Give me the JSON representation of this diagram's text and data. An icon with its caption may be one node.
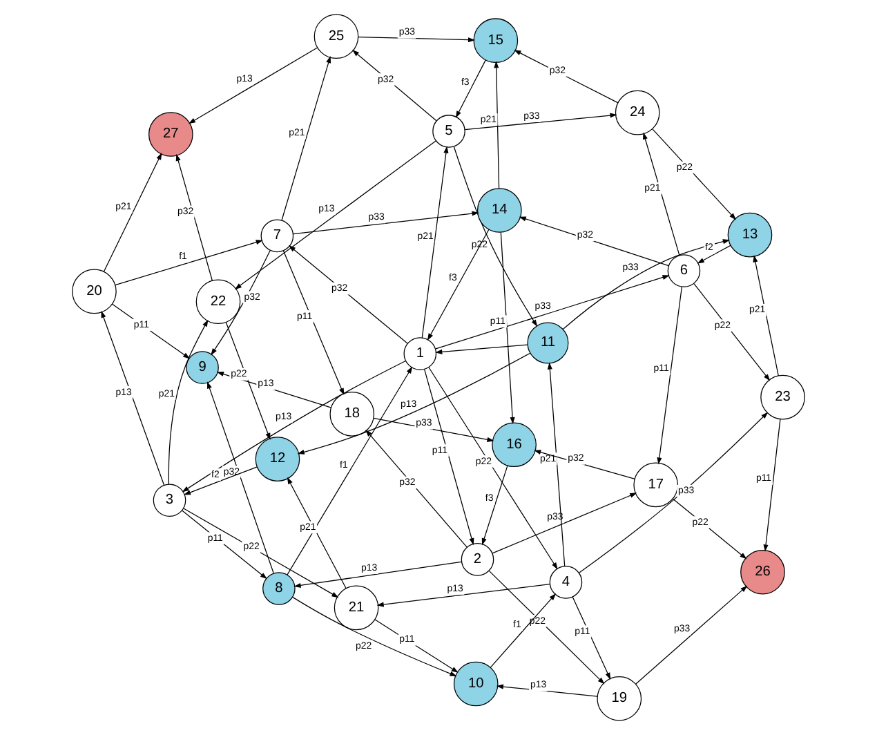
{
  "diagram": {
    "nodes": [
      {
        "text": [
          "1"
        ]
      },
      {
        "text": [
          "2"
        ]
      },
      {
        "text": [
          "3"
        ]
      },
      {
        "text": [
          "4"
        ]
      },
      {
        "text": [
          "5"
        ]
      },
      {
        "text": [
          "6"
        ]
      },
      {
        "text": [
          "7"
        ]
      },
      {
        "text": [
          "8"
        ]
      },
      {
        "text": [
          "9"
        ]
      },
      {
        "text": [
          "10"
        ]
      },
      {
        "text": [
          "11"
        ]
      },
      {
        "text": [
          "12"
        ]
      },
      {
        "text": [
          "13"
        ]
      },
      {
        "text": [
          "14"
        ]
      },
      {
        "text": [
          "15"
        ]
      },
      {
        "text": [
          "16"
        ]
      },
      {
        "text": [
          "17"
        ]
      },
      {
        "text": [
          "18"
        ]
      },
      {
        "text": [
          "19"
        ]
      },
      {
        "text": [
          "20"
        ]
      },
      {
        "text": [
          "21"
        ]
      },
      {
        "text": [
          "22"
        ]
      },
      {
        "text": [
          "23"
        ]
      },
      {
        "text": [
          "24"
        ]
      },
      {
        "text": [
          "25"
        ]
      },
      {
        "text": [
          "26"
        ]
      },
      {
        "text": [
          "27"
        ]
      }
    ],
    "edges": [
      {
        "from": 0,
        "to": 1,
        "arrow": "to",
        "label": "p11"
      },
      {
        "from": 0,
        "to": 2,
        "arrow": "to",
        "label": "p13"
      },
      {
        "from": 0,
        "to": 3,
        "arrow": "to",
        "label": "p22"
      },
      {
        "from": 0,
        "to": 4,
        "arrow": "to",
        "label": "p21"
      },
      {
        "from": 0,
        "to": 5,
        "arrow": "to",
        "label": "p33"
      },
      {
        "from": 0,
        "to": 6,
        "arrow": "to",
        "label": "p32"
      },
      {
        "from": 7,
        "to": 0,
        "arrow": "to",
        "label": "f1"
      },
      {
        "from": 2,
        "to": 21,
        "arrow": "to",
        "label": "p21"
      },
      {
        "from": 2,
        "to": 20,
        "arrow": "to",
        "label": "p22"
      },
      {
        "from": 2,
        "to": 7,
        "arrow": "to",
        "label": "p11"
      },
      {
        "from": 2,
        "to": 19,
        "arrow": "to",
        "label": "p13"
      },
      {
        "from": 11,
        "to": 2,
        "arrow": "to",
        "label": "f2"
      },
      {
        "from": 3,
        "to": 10,
        "arrow": "to",
        "label": "p21"
      },
      {
        "from": 3,
        "to": 20,
        "arrow": "to",
        "label": "p13"
      },
      {
        "from": 3,
        "to": 22,
        "arrow": "to",
        "label": "p33"
      },
      {
        "from": 9,
        "to": 3,
        "arrow": "to",
        "label": "f1"
      },
      {
        "from": 3,
        "to": 18,
        "arrow": "to",
        "label": "p11"
      },
      {
        "from": 4,
        "to": 10,
        "arrow": "to",
        "label": "p22"
      },
      {
        "from": 4,
        "to": 21,
        "arrow": "to",
        "label": "p13"
      },
      {
        "from": 4,
        "to": 23,
        "arrow": "to",
        "label": "p33"
      },
      {
        "from": 4,
        "to": 24,
        "arrow": "to",
        "label": "p32"
      },
      {
        "from": 10,
        "to": 11,
        "arrow": "to",
        "label": "p13"
      },
      {
        "from": 10,
        "to": 12,
        "arrow": "to",
        "label": "p33"
      },
      {
        "from": 10,
        "to": 0,
        "arrow": "to"
      },
      {
        "from": 21,
        "to": 11,
        "arrow": "to",
        "label": "p22"
      },
      {
        "from": 20,
        "to": 11,
        "arrow": "to",
        "label": "p21"
      },
      {
        "from": 21,
        "to": 26,
        "arrow": "to",
        "label": "p32"
      },
      {
        "from": 20,
        "to": 9,
        "arrow": "to",
        "label": "p11"
      },
      {
        "from": 7,
        "to": 9,
        "arrow": "to",
        "label": "p22"
      },
      {
        "from": 7,
        "to": 8,
        "arrow": "to",
        "label": "p32"
      },
      {
        "from": 18,
        "to": 9,
        "arrow": "to",
        "label": "p13"
      },
      {
        "from": 1,
        "to": 7,
        "arrow": "to",
        "label": "p13"
      },
      {
        "from": 6,
        "to": 8,
        "arrow": "to",
        "label": "p32"
      },
      {
        "from": 19,
        "to": 6,
        "arrow": "to",
        "label": "f1"
      },
      {
        "from": 6,
        "to": 17,
        "arrow": "to",
        "label": "p11"
      },
      {
        "from": 1,
        "to": 16,
        "arrow": "to",
        "label": "p33"
      },
      {
        "from": 1,
        "to": 17,
        "arrow": "to",
        "label": "p32"
      },
      {
        "from": 1,
        "to": 18,
        "arrow": "to",
        "label": "p22"
      },
      {
        "from": 15,
        "to": 1,
        "arrow": "to",
        "label": "f3"
      },
      {
        "from": 19,
        "to": 8,
        "arrow": "to",
        "label": "p11"
      },
      {
        "from": 19,
        "to": 26,
        "arrow": "to",
        "label": "p21"
      },
      {
        "from": 17,
        "to": 8,
        "arrow": "to",
        "label": "p13"
      },
      {
        "from": 17,
        "to": 15,
        "arrow": "to",
        "label": "p33"
      },
      {
        "from": 18,
        "to": 25,
        "arrow": "to",
        "label": "p33"
      },
      {
        "from": 16,
        "to": 25,
        "arrow": "to",
        "label": "p22"
      },
      {
        "from": 16,
        "to": 15,
        "arrow": "to",
        "label": "p32"
      },
      {
        "from": 13,
        "to": 14,
        "arrow": "to",
        "label": "p21"
      },
      {
        "from": 13,
        "to": 15,
        "arrow": "to",
        "label": "p11"
      },
      {
        "from": 13,
        "to": 0,
        "arrow": "to",
        "label": "f3"
      },
      {
        "from": 5,
        "to": 13,
        "arrow": "to",
        "label": "p32"
      },
      {
        "from": 6,
        "to": 13,
        "arrow": "to",
        "label": "p33"
      },
      {
        "from": 6,
        "to": 24,
        "arrow": "to",
        "label": "p21"
      },
      {
        "from": 5,
        "to": 23,
        "arrow": "to",
        "label": "p21"
      },
      {
        "from": 5,
        "to": 16,
        "arrow": "to",
        "label": "p11"
      },
      {
        "from": 12,
        "to": 5,
        "arrow": "to",
        "label": "f2"
      },
      {
        "from": 5,
        "to": 22,
        "arrow": "to",
        "label": "p22"
      },
      {
        "from": 14,
        "to": 4,
        "arrow": "to",
        "label": "f3"
      },
      {
        "from": 23,
        "to": 12,
        "arrow": "to",
        "label": "p22"
      },
      {
        "from": 22,
        "to": 12,
        "arrow": "to",
        "label": "p21"
      },
      {
        "from": 23,
        "to": 14,
        "arrow": "to",
        "label": "p32"
      },
      {
        "from": 24,
        "to": 14,
        "arrow": "to",
        "label": "p33"
      },
      {
        "from": 24,
        "to": 26,
        "arrow": "to",
        "label": "p13"
      },
      {
        "from": 22,
        "to": 25,
        "arrow": "to",
        "label": "p11"
      }
    ]
  }
}
